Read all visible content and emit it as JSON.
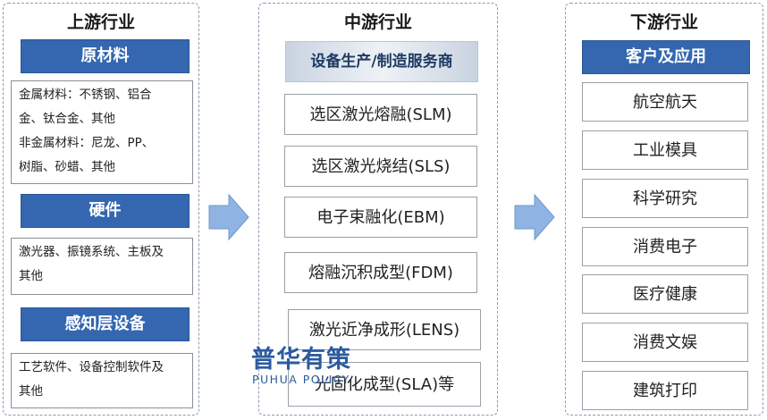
{
  "upstream": {
    "title": "上游行业",
    "sections": [
      {
        "header": "原材料",
        "lines": [
          "金属材料：不锈钢、铝合",
          "金、钛合金、其他",
          "非金属材料：尼龙、PP、",
          "树脂、砂蜡、其他"
        ]
      },
      {
        "header": "硬件",
        "lines": [
          "激光器、振镜系统、主板及",
          "其他"
        ]
      },
      {
        "header": "感知层设备",
        "lines": [
          "工艺软件、设备控制软件及",
          "其他"
        ]
      }
    ]
  },
  "midstream": {
    "title": "中游行业",
    "header": "设备生产/制造服务商",
    "items": [
      "选区激光熔融(SLM)",
      "选区激光烧结(SLS)",
      "电子束融化(EBM)",
      "熔融沉积成型(FDM)",
      "激光近净成形(LENS)",
      "光固化成型(SLA)等"
    ]
  },
  "downstream": {
    "title": "下游行业",
    "header": "客户及应用",
    "items": [
      "航空航天",
      "工业模具",
      "科学研究",
      "消费电子",
      "医疗健康",
      "消费文娱",
      "建筑打印"
    ]
  },
  "watermark": {
    "cn": "普华有策",
    "en": "PUHUA POLICY"
  },
  "colors": {
    "header_blue": "#3467b0",
    "arrow_blue": "#8fb4e3",
    "watermark": "#2c5aa0"
  }
}
